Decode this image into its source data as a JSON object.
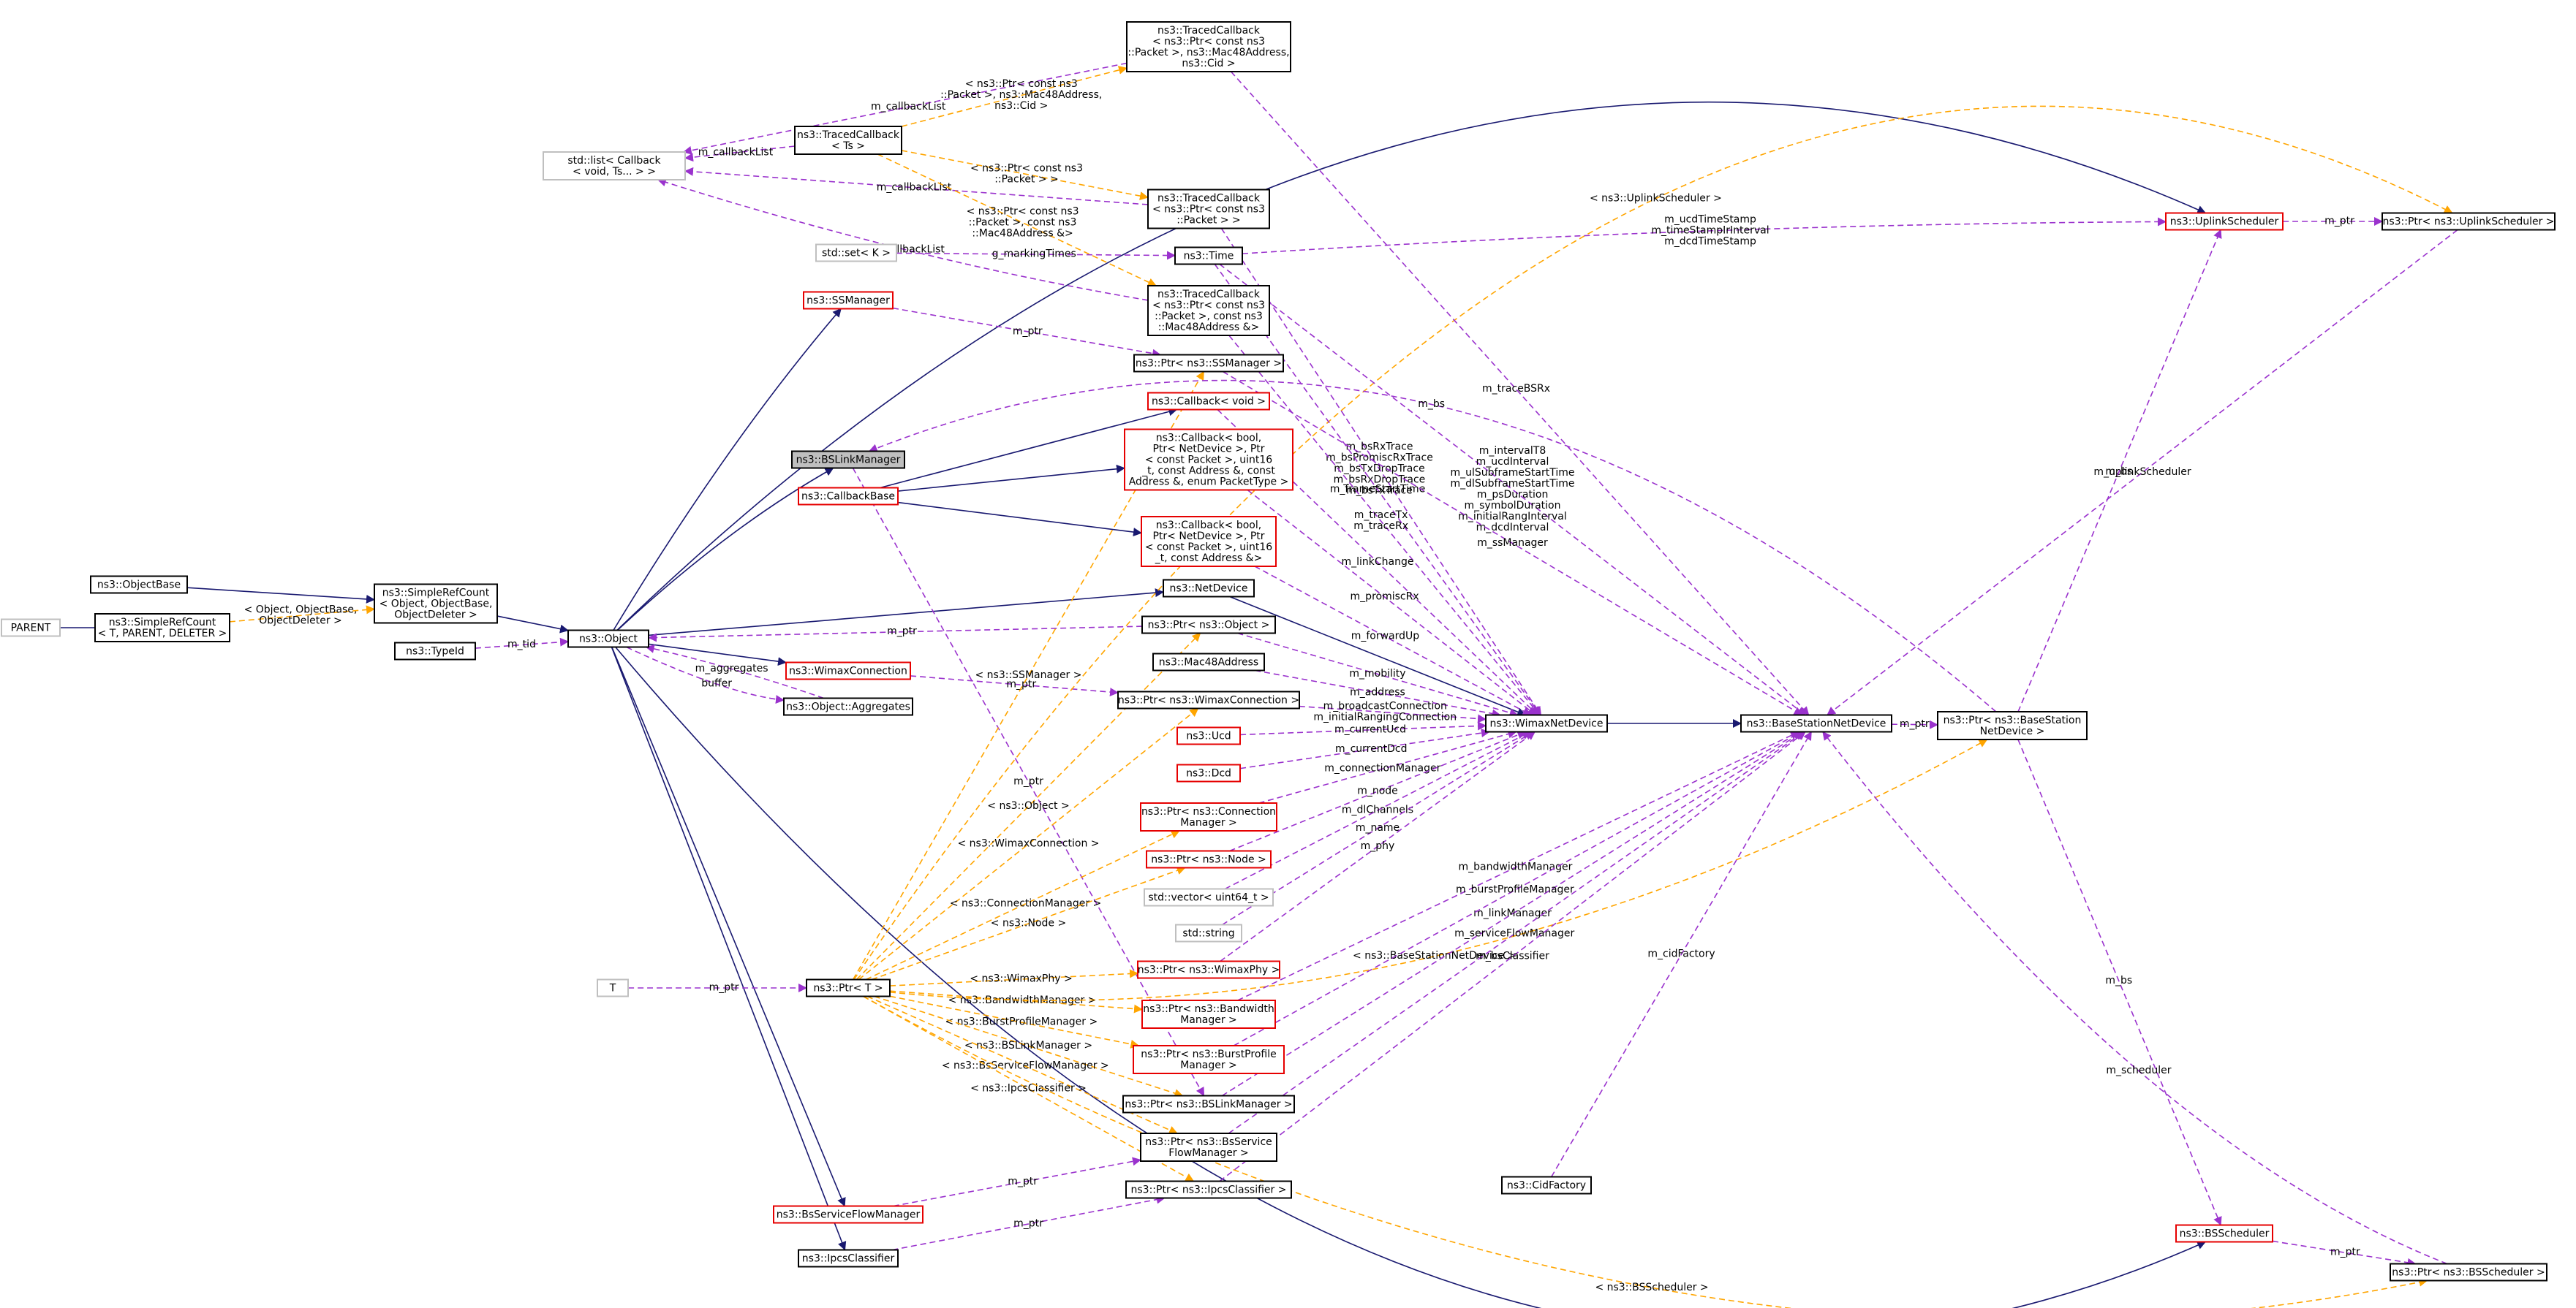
{
  "colors": {
    "border_normal": "#000000",
    "border_incomplete": "#e60000",
    "border_external": "#bfbfbf",
    "fill_focus": "#bfbfbf",
    "fill_normal": "#ffffff",
    "inheritance": "#191970",
    "usage": "#9a32cd",
    "template": "#ffa500"
  },
  "nodes": {
    "parent": {
      "lines": [
        "PARENT"
      ],
      "style": "external"
    },
    "objectbase": {
      "lines": [
        "ns3::ObjectBase"
      ],
      "style": "normal"
    },
    "srcparent": {
      "lines": [
        "ns3::SimpleRefCount",
        "< T, PARENT, DELETER >"
      ],
      "style": "normal"
    },
    "srcobject": {
      "lines": [
        "ns3::SimpleRefCount",
        "< Object, ObjectBase,",
        "ObjectDeleter >"
      ],
      "style": "normal"
    },
    "typeid": {
      "lines": [
        "ns3::TypeId"
      ],
      "style": "normal"
    },
    "object": {
      "lines": [
        "ns3::Object"
      ],
      "style": "normal"
    },
    "stdlist": {
      "lines": [
        "std::list< Callback",
        "< void, Ts... > >"
      ],
      "style": "external"
    },
    "stdset": {
      "lines": [
        "std::set< K >"
      ],
      "style": "external"
    },
    "tcts": {
      "lines": [
        "ns3::TracedCallback",
        "< Ts >"
      ],
      "style": "normal"
    },
    "ssmanager": {
      "lines": [
        "ns3::SSManager"
      ],
      "style": "incomplete"
    },
    "bslinkmanager": {
      "lines": [
        "ns3::BSLinkManager"
      ],
      "style": "focus"
    },
    "callbackbase": {
      "lines": [
        "ns3::CallbackBase"
      ],
      "style": "incomplete"
    },
    "wimaxconnection": {
      "lines": [
        "ns3::WimaxConnection"
      ],
      "style": "incomplete"
    },
    "aggregates": {
      "lines": [
        "ns3::Object::Aggregates"
      ],
      "style": "normal"
    },
    "t": {
      "lines": [
        "T"
      ],
      "style": "external"
    },
    "ptrt": {
      "lines": [
        "ns3::Ptr< T >"
      ],
      "style": "normal"
    },
    "bsserviceflowmanager": {
      "lines": [
        "ns3::BsServiceFlowManager"
      ],
      "style": "incomplete"
    },
    "ipcsclassifier": {
      "lines": [
        "ns3::IpcsClassifier"
      ],
      "style": "normal"
    },
    "tc_mac": {
      "lines": [
        "ns3::TracedCallback",
        "< ns3::Ptr< const ns3",
        "::Packet >, ns3::Mac48Address,",
        "ns3::Cid >"
      ],
      "style": "normal"
    },
    "tc_pkt": {
      "lines": [
        "ns3::TracedCallback",
        "< ns3::Ptr< const ns3",
        "::Packet > >"
      ],
      "style": "normal"
    },
    "time": {
      "lines": [
        "ns3::Time"
      ],
      "style": "normal"
    },
    "tc_mac2": {
      "lines": [
        "ns3::TracedCallback",
        "< ns3::Ptr< const ns3",
        "::Packet >, const ns3",
        "::Mac48Address &>"
      ],
      "style": "normal"
    },
    "ptrssmanager": {
      "lines": [
        "ns3::Ptr< ns3::SSManager >"
      ],
      "style": "normal"
    },
    "cbvoid": {
      "lines": [
        "ns3::Callback< void >"
      ],
      "style": "incomplete"
    },
    "cb6": {
      "lines": [
        "ns3::Callback< bool,",
        "Ptr< NetDevice >, Ptr",
        "< const Packet >, uint16",
        "_t, const Address &, const",
        "Address &, enum PacketType >"
      ],
      "style": "incomplete"
    },
    "cb4": {
      "lines": [
        "ns3::Callback< bool,",
        "Ptr< NetDevice >, Ptr",
        "< const Packet >, uint16",
        "_t, const Address &>"
      ],
      "style": "incomplete"
    },
    "netdevice": {
      "lines": [
        "ns3::NetDevice"
      ],
      "style": "normal"
    },
    "ptrobject": {
      "lines": [
        "ns3::Ptr< ns3::Object >"
      ],
      "style": "normal"
    },
    "mac48": {
      "lines": [
        "ns3::Mac48Address"
      ],
      "style": "normal"
    },
    "ptrwimaxconn": {
      "lines": [
        "ns3::Ptr< ns3::WimaxConnection >"
      ],
      "style": "normal"
    },
    "ucd": {
      "lines": [
        "ns3::Ucd"
      ],
      "style": "incomplete"
    },
    "dcd": {
      "lines": [
        "ns3::Dcd"
      ],
      "style": "incomplete"
    },
    "ptrconnmgr": {
      "lines": [
        "ns3::Ptr< ns3::Connection",
        "Manager >"
      ],
      "style": "incomplete"
    },
    "ptrnode": {
      "lines": [
        "ns3::Ptr< ns3::Node >"
      ],
      "style": "incomplete"
    },
    "vecuint": {
      "lines": [
        "std::vector< uint64_t >"
      ],
      "style": "external"
    },
    "stdstring": {
      "lines": [
        "std::string"
      ],
      "style": "external"
    },
    "ptrwimaxphy": {
      "lines": [
        "ns3::Ptr< ns3::WimaxPhy >"
      ],
      "style": "incomplete"
    },
    "ptrbwmgr": {
      "lines": [
        "ns3::Ptr< ns3::Bandwidth",
        "Manager >"
      ],
      "style": "incomplete"
    },
    "ptrburst": {
      "lines": [
        "ns3::Ptr< ns3::BurstProfile",
        "Manager >"
      ],
      "style": "incomplete"
    },
    "ptrbslink": {
      "lines": [
        "ns3::Ptr< ns3::BSLinkManager >"
      ],
      "style": "normal"
    },
    "ptrbssfm": {
      "lines": [
        "ns3::Ptr< ns3::BsService",
        "FlowManager >"
      ],
      "style": "normal"
    },
    "ptripcs": {
      "lines": [
        "ns3::Ptr< ns3::IpcsClassifier >"
      ],
      "style": "normal"
    },
    "wimaxnetdevice": {
      "lines": [
        "ns3::WimaxNetDevice"
      ],
      "style": "normal"
    },
    "cidfactory": {
      "lines": [
        "ns3::CidFactory"
      ],
      "style": "normal"
    },
    "bsnetdevice": {
      "lines": [
        "ns3::BaseStationNetDevice"
      ],
      "style": "normal"
    },
    "ptrbsnd": {
      "lines": [
        "ns3::Ptr< ns3::BaseStation",
        "NetDevice >"
      ],
      "style": "normal"
    },
    "uplinksched": {
      "lines": [
        "ns3::UplinkScheduler"
      ],
      "style": "incomplete"
    },
    "ptruplink": {
      "lines": [
        "ns3::Ptr< ns3::UplinkScheduler >"
      ],
      "style": "normal"
    },
    "bsscheduler": {
      "lines": [
        "ns3::BSScheduler"
      ],
      "style": "incomplete"
    },
    "ptrbssched": {
      "lines": [
        "ns3::Ptr< ns3::BSScheduler >"
      ],
      "style": "normal"
    }
  },
  "edges": [
    {
      "from": "parent",
      "to": "srcparent",
      "kind": "inheritance",
      "label": []
    },
    {
      "from": "objectbase",
      "to": "srcobject",
      "kind": "inheritance",
      "label": []
    },
    {
      "from": "srcparent",
      "to": "srcobject",
      "kind": "template",
      "label": [
        "< Object, ObjectBase,",
        "ObjectDeleter >"
      ]
    },
    {
      "from": "srcobject",
      "to": "object",
      "kind": "inheritance",
      "label": []
    },
    {
      "from": "typeid",
      "to": "object",
      "kind": "usage",
      "label": [
        "m_tid"
      ]
    },
    {
      "from": "object",
      "to": "ssmanager",
      "kind": "inheritance",
      "label": []
    },
    {
      "from": "object",
      "to": "bslinkmanager",
      "kind": "inheritance",
      "label": []
    },
    {
      "from": "object",
      "to": "wimaxconnection",
      "kind": "inheritance",
      "label": []
    },
    {
      "from": "object",
      "to": "netdevice",
      "kind": "inheritance",
      "label": []
    },
    {
      "from": "object",
      "to": "bsserviceflowmanager",
      "kind": "inheritance",
      "label": []
    },
    {
      "from": "object",
      "to": "ipcsclassifier",
      "kind": "inheritance",
      "label": []
    },
    {
      "from": "object",
      "to": "uplinksched",
      "kind": "inheritance",
      "label": []
    },
    {
      "from": "object",
      "to": "bsscheduler",
      "kind": "inheritance",
      "label": []
    },
    {
      "from": "aggregates",
      "to": "object",
      "kind": "usage",
      "label": [
        "m_aggregates"
      ]
    },
    {
      "from": "object",
      "to": "aggregates",
      "kind": "usage",
      "label": [
        "buffer"
      ]
    },
    {
      "from": "ptrobject",
      "to": "object",
      "kind": "usage",
      "label": [
        "m_ptr"
      ]
    },
    {
      "from": "tcts",
      "to": "stdlist",
      "kind": "usage",
      "label": [
        "m_callbackList"
      ]
    },
    {
      "from": "tc_mac",
      "to": "stdlist",
      "kind": "usage",
      "label": [
        "m_callbackList"
      ]
    },
    {
      "from": "tc_pkt",
      "to": "stdlist",
      "kind": "usage",
      "label": [
        "m_callbackList"
      ]
    },
    {
      "from": "tc_mac2",
      "to": "stdlist",
      "kind": "usage",
      "label": [
        "m_callbackList"
      ]
    },
    {
      "from": "tcts",
      "to": "tc_mac",
      "kind": "template",
      "label": [
        "< ns3::Ptr< const ns3",
        "::Packet >, ns3::Mac48Address,",
        "ns3::Cid >"
      ]
    },
    {
      "from": "tcts",
      "to": "tc_pkt",
      "kind": "template",
      "label": [
        "< ns3::Ptr< const ns3",
        "::Packet > >"
      ]
    },
    {
      "from": "tcts",
      "to": "tc_mac2",
      "kind": "template",
      "label": [
        "< ns3::Ptr< const ns3",
        "::Packet >, const ns3",
        "::Mac48Address &>"
      ]
    },
    {
      "from": "stdset",
      "to": "time",
      "kind": "usage",
      "label": [
        "g_markingTimes"
      ]
    },
    {
      "from": "ssmanager",
      "to": "ptrssmanager",
      "kind": "usage",
      "label": [
        "m_ptr"
      ]
    },
    {
      "from": "callbackbase",
      "to": "cbvoid",
      "kind": "inheritance",
      "label": []
    },
    {
      "from": "callbackbase",
      "to": "cb6",
      "kind": "inheritance",
      "label": []
    },
    {
      "from": "callbackbase",
      "to": "cb4",
      "kind": "inheritance",
      "label": []
    },
    {
      "from": "bslinkmanager",
      "to": "ptrbslink",
      "kind": "usage",
      "label": [
        "m_ptr"
      ]
    },
    {
      "from": "wimaxconnection",
      "to": "ptrwimaxconn",
      "kind": "usage",
      "label": [
        "m_ptr"
      ]
    },
    {
      "from": "t",
      "to": "ptrt",
      "kind": "usage",
      "label": [
        "m_ptr"
      ]
    },
    {
      "from": "ptrt",
      "to": "ptrssmanager",
      "kind": "template",
      "label": [
        "< ns3::SSManager >"
      ]
    },
    {
      "from": "ptrt",
      "to": "ptrobject",
      "kind": "template",
      "label": [
        "< ns3::Object >"
      ]
    },
    {
      "from": "ptrt",
      "to": "ptrwimaxconn",
      "kind": "template",
      "label": [
        "< ns3::WimaxConnection >"
      ]
    },
    {
      "from": "ptrt",
      "to": "ptrconnmgr",
      "kind": "template",
      "label": [
        "< ns3::ConnectionManager >"
      ]
    },
    {
      "from": "ptrt",
      "to": "ptrnode",
      "kind": "template",
      "label": [
        "< ns3::Node >"
      ]
    },
    {
      "from": "ptrt",
      "to": "ptrwimaxphy",
      "kind": "template",
      "label": [
        "< ns3::WimaxPhy >"
      ]
    },
    {
      "from": "ptrt",
      "to": "ptrbwmgr",
      "kind": "template",
      "label": [
        "< ns3::BandwidthManager >"
      ]
    },
    {
      "from": "ptrt",
      "to": "ptrburst",
      "kind": "template",
      "label": [
        "< ns3::BurstProfileManager >"
      ]
    },
    {
      "from": "ptrt",
      "to": "ptrbslink",
      "kind": "template",
      "label": [
        "< ns3::BSLinkManager >"
      ]
    },
    {
      "from": "ptrt",
      "to": "ptrbssfm",
      "kind": "template",
      "label": [
        "< ns3::BsServiceFlowManager >"
      ]
    },
    {
      "from": "ptrt",
      "to": "ptripcs",
      "kind": "template",
      "label": [
        "< ns3::IpcsClassifier >"
      ]
    },
    {
      "from": "ptrt",
      "to": "ptrbsnd",
      "kind": "template",
      "label": [
        "< ns3::BaseStationNetDevice >"
      ]
    },
    {
      "from": "ptrt",
      "to": "ptruplink",
      "kind": "template",
      "label": [
        "< ns3::UplinkScheduler >"
      ]
    },
    {
      "from": "ptrt",
      "to": "ptrbssched",
      "kind": "template",
      "label": [
        "< ns3::BSScheduler >"
      ]
    },
    {
      "from": "bsserviceflowmanager",
      "to": "ptrbssfm",
      "kind": "usage",
      "label": [
        "m_ptr"
      ]
    },
    {
      "from": "ipcsclassifier",
      "to": "ptripcs",
      "kind": "usage",
      "label": [
        "m_ptr"
      ]
    },
    {
      "from": "netdevice",
      "to": "wimaxnetdevice",
      "kind": "inheritance",
      "label": []
    },
    {
      "from": "wimaxnetdevice",
      "to": "bsnetdevice",
      "kind": "inheritance",
      "label": []
    },
    {
      "from": "tc_pkt",
      "to": "wimaxnetdevice",
      "kind": "usage",
      "label": [
        "m_bsRxTrace",
        "m_bsPromiscRxTrace",
        "m_bsTxDropTrace",
        "m_bsRxDropTrace",
        "m_bsTxTrace"
      ]
    },
    {
      "from": "time",
      "to": "wimaxnetdevice",
      "kind": "usage",
      "label": [
        "m_frameStartTime"
      ]
    },
    {
      "from": "tc_mac2",
      "to": "wimaxnetdevice",
      "kind": "usage",
      "label": [
        "m_traceTx",
        "m_traceRx"
      ]
    },
    {
      "from": "cbvoid",
      "to": "wimaxnetdevice",
      "kind": "usage",
      "label": [
        "m_linkChange"
      ]
    },
    {
      "from": "cb6",
      "to": "wimaxnetdevice",
      "kind": "usage",
      "label": [
        "m_promiscRx"
      ]
    },
    {
      "from": "cb4",
      "to": "wimaxnetdevice",
      "kind": "usage",
      "label": [
        "m_forwardUp"
      ]
    },
    {
      "from": "ptrobject",
      "to": "wimaxnetdevice",
      "kind": "usage",
      "label": [
        "m_mobility"
      ]
    },
    {
      "from": "mac48",
      "to": "wimaxnetdevice",
      "kind": "usage",
      "label": [
        "m_address"
      ]
    },
    {
      "from": "ptrwimaxconn",
      "to": "wimaxnetdevice",
      "kind": "usage",
      "label": [
        "m_broadcastConnection",
        "m_initialRangingConnection"
      ]
    },
    {
      "from": "ucd",
      "to": "wimaxnetdevice",
      "kind": "usage",
      "label": [
        "m_currentUcd"
      ]
    },
    {
      "from": "dcd",
      "to": "wimaxnetdevice",
      "kind": "usage",
      "label": [
        "m_currentDcd"
      ]
    },
    {
      "from": "ptrconnmgr",
      "to": "wimaxnetdevice",
      "kind": "usage",
      "label": [
        "m_connectionManager"
      ]
    },
    {
      "from": "ptrnode",
      "to": "wimaxnetdevice",
      "kind": "usage",
      "label": [
        "m_node"
      ]
    },
    {
      "from": "vecuint",
      "to": "wimaxnetdevice",
      "kind": "usage",
      "label": [
        "m_dlChannels"
      ]
    },
    {
      "from": "stdstring",
      "to": "wimaxnetdevice",
      "kind": "usage",
      "label": [
        "m_name"
      ]
    },
    {
      "from": "ptrwimaxphy",
      "to": "wimaxnetdevice",
      "kind": "usage",
      "label": [
        "m_phy"
      ]
    },
    {
      "from": "tc_mac",
      "to": "bsnetdevice",
      "kind": "usage",
      "label": [
        "m_traceBSRx"
      ]
    },
    {
      "from": "time",
      "to": "bsnetdevice",
      "kind": "usage",
      "label": [
        "m_intervalT8",
        "m_ucdInterval",
        "m_ulSubframeStartTime",
        "m_dlSubframeStartTime",
        "m_psDuration",
        "m_symbolDuration",
        "m_initialRangInterval",
        "m_dcdInterval"
      ]
    },
    {
      "from": "ptrssmanager",
      "to": "bsnetdevice",
      "kind": "usage",
      "label": [
        "m_ssManager"
      ]
    },
    {
      "from": "ptrbslink",
      "to": "bsnetdevice",
      "kind": "usage",
      "label": [
        "m_linkManager"
      ]
    },
    {
      "from": "ptrbwmgr",
      "to": "bsnetdevice",
      "kind": "usage",
      "label": [
        "m_bandwidthManager"
      ]
    },
    {
      "from": "ptrburst",
      "to": "bsnetdevice",
      "kind": "usage",
      "label": [
        "m_burstProfileManager"
      ]
    },
    {
      "from": "ptrbssfm",
      "to": "bsnetdevice",
      "kind": "usage",
      "label": [
        "m_serviceFlowManager"
      ]
    },
    {
      "from": "ptripcs",
      "to": "bsnetdevice",
      "kind": "usage",
      "label": [
        "m_bsClassifier"
      ]
    },
    {
      "from": "cidfactory",
      "to": "bsnetdevice",
      "kind": "usage",
      "label": [
        "m_cidFactory"
      ]
    },
    {
      "from": "ptruplink",
      "to": "bsnetdevice",
      "kind": "usage",
      "label": [
        "m_uplinkScheduler"
      ]
    },
    {
      "from": "ptrbssched",
      "to": "bsnetdevice",
      "kind": "usage",
      "label": [
        "m_scheduler"
      ]
    },
    {
      "from": "bsnetdevice",
      "to": "ptrbsnd",
      "kind": "usage",
      "label": [
        "m_ptr"
      ]
    },
    {
      "from": "ptrbsnd",
      "to": "bslinkmanager",
      "kind": "usage",
      "label": [
        "m_bs"
      ]
    },
    {
      "from": "ptrbsnd",
      "to": "uplinksched",
      "kind": "usage",
      "label": [
        "m_bs"
      ]
    },
    {
      "from": "ptrbsnd",
      "to": "bsscheduler",
      "kind": "usage",
      "label": [
        "m_bs"
      ]
    },
    {
      "from": "time",
      "to": "uplinksched",
      "kind": "usage",
      "label": [
        "m_ucdTimeStamp",
        "m_timeStampIrInterval",
        "m_dcdTimeStamp"
      ]
    },
    {
      "from": "uplinksched",
      "to": "ptruplink",
      "kind": "usage",
      "label": [
        "m_ptr"
      ]
    },
    {
      "from": "bsscheduler",
      "to": "ptrbssched",
      "kind": "usage",
      "label": [
        "m_ptr"
      ]
    }
  ]
}
